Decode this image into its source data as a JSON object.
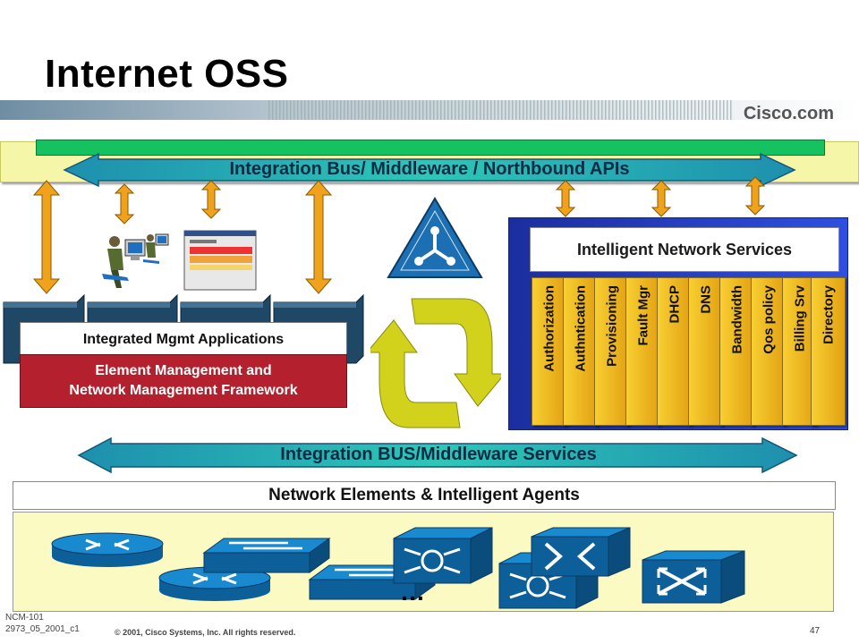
{
  "title": "Internet OSS",
  "brand": "Cisco.com",
  "integration_bus_top": "Integration Bus/ Middleware / Northbound APIs",
  "integration_bus_mid": "Integration BUS/Middleware Services",
  "intelligent_network_services": {
    "label": "Intelligent Network Services",
    "services": [
      "Authorization",
      "Authntication",
      "Provisioning",
      "Fault Mgr",
      "DHCP",
      "DNS",
      "Bandwidth",
      "Qos policy",
      "Billing Srv",
      "Directory"
    ]
  },
  "mgmt": {
    "apps_label": "Integrated Mgmt Applications",
    "framework_line1": "Element Management and",
    "framework_line2": "Network Management Framework"
  },
  "network_elements_label": "Network Elements & Intelligent Agents",
  "ellipsis": "…",
  "footer": {
    "code_line1": "NCM-101",
    "code_line2": "2973_05_2001_c1",
    "copyright": "© 2001, Cisco Systems, Inc. All rights reserved.",
    "page": "47"
  },
  "colors": {
    "bus_plate": "#f6f6a8",
    "bus_green": "#16c15f",
    "arrow_teal": "#26b5b3",
    "ins_panel": "#2a45cf",
    "service_gold": "#f0b41f",
    "framework_red": "#b4202d",
    "device_blue": "#1a7fc4",
    "recycle_yellow": "#d4d41e"
  }
}
